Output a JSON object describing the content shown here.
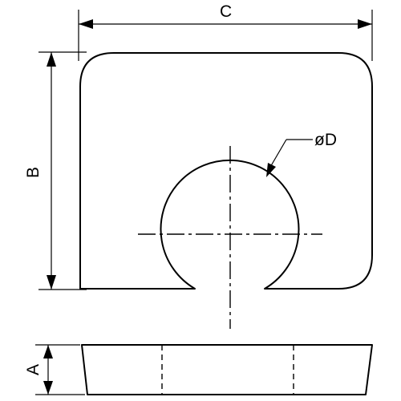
{
  "diagram": {
    "dimension_labels": {
      "width": "C",
      "depth": "B",
      "hole_diameter": "øD",
      "thickness": "A"
    },
    "views": [
      "top-view",
      "side-view"
    ],
    "colors": {
      "line": "#000000",
      "background": "#ffffff"
    }
  }
}
